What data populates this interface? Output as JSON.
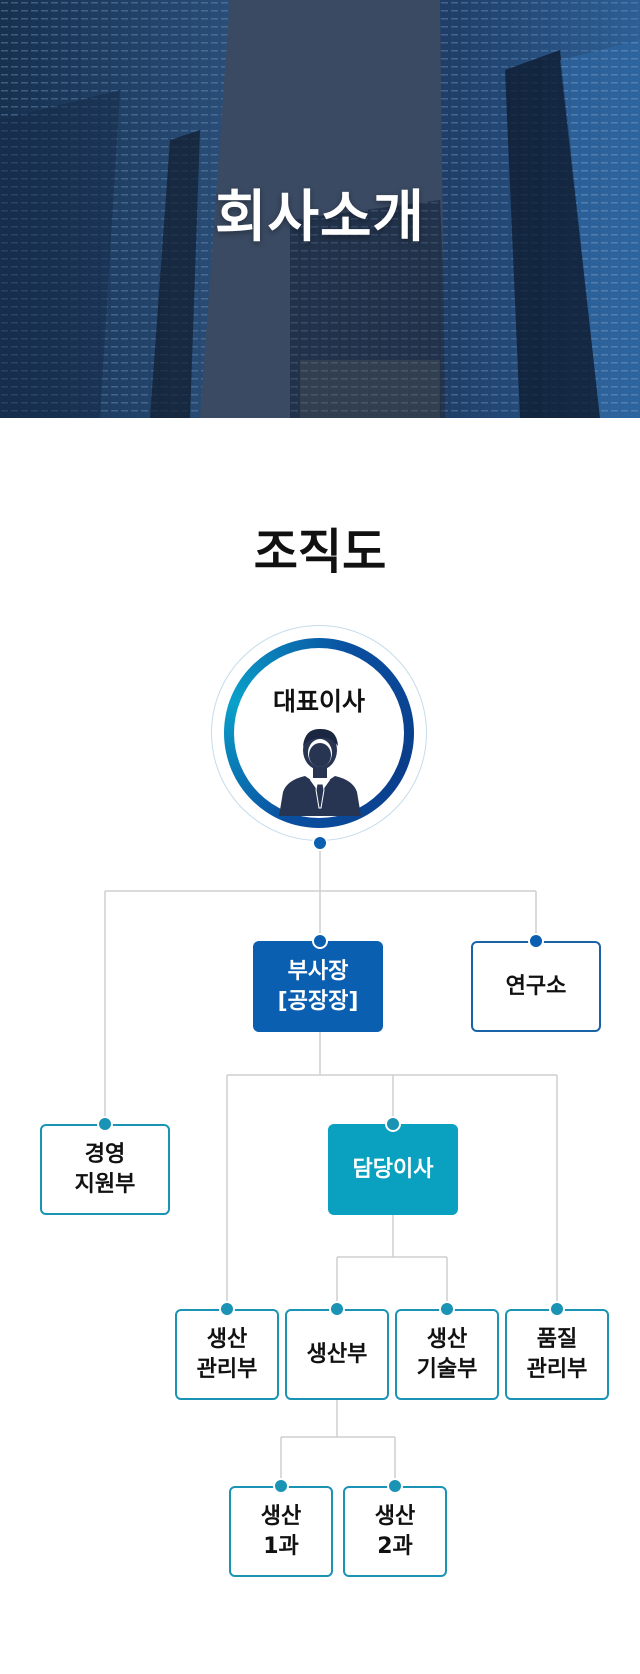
{
  "hero": {
    "title": "회사소개"
  },
  "section": {
    "title": "조직도"
  },
  "org": {
    "ceo": "대표이사",
    "vice_president": "부사장\n[공장장]",
    "research": "연구소",
    "management_support": "경영\n지원부",
    "director": "담당이사",
    "production_management": "생산\n관리부",
    "production": "생산부",
    "production_technology": "생산\n기술부",
    "quality_management": "품질\n관리부",
    "production_team1": "생산\n1과",
    "production_team2": "생산\n2과"
  },
  "colors": {
    "primary_blue": "#0a5fb0",
    "teal": "#0aa0bf",
    "line": "#cfcfcf"
  },
  "icons": {
    "ceo": "businessman-icon"
  }
}
